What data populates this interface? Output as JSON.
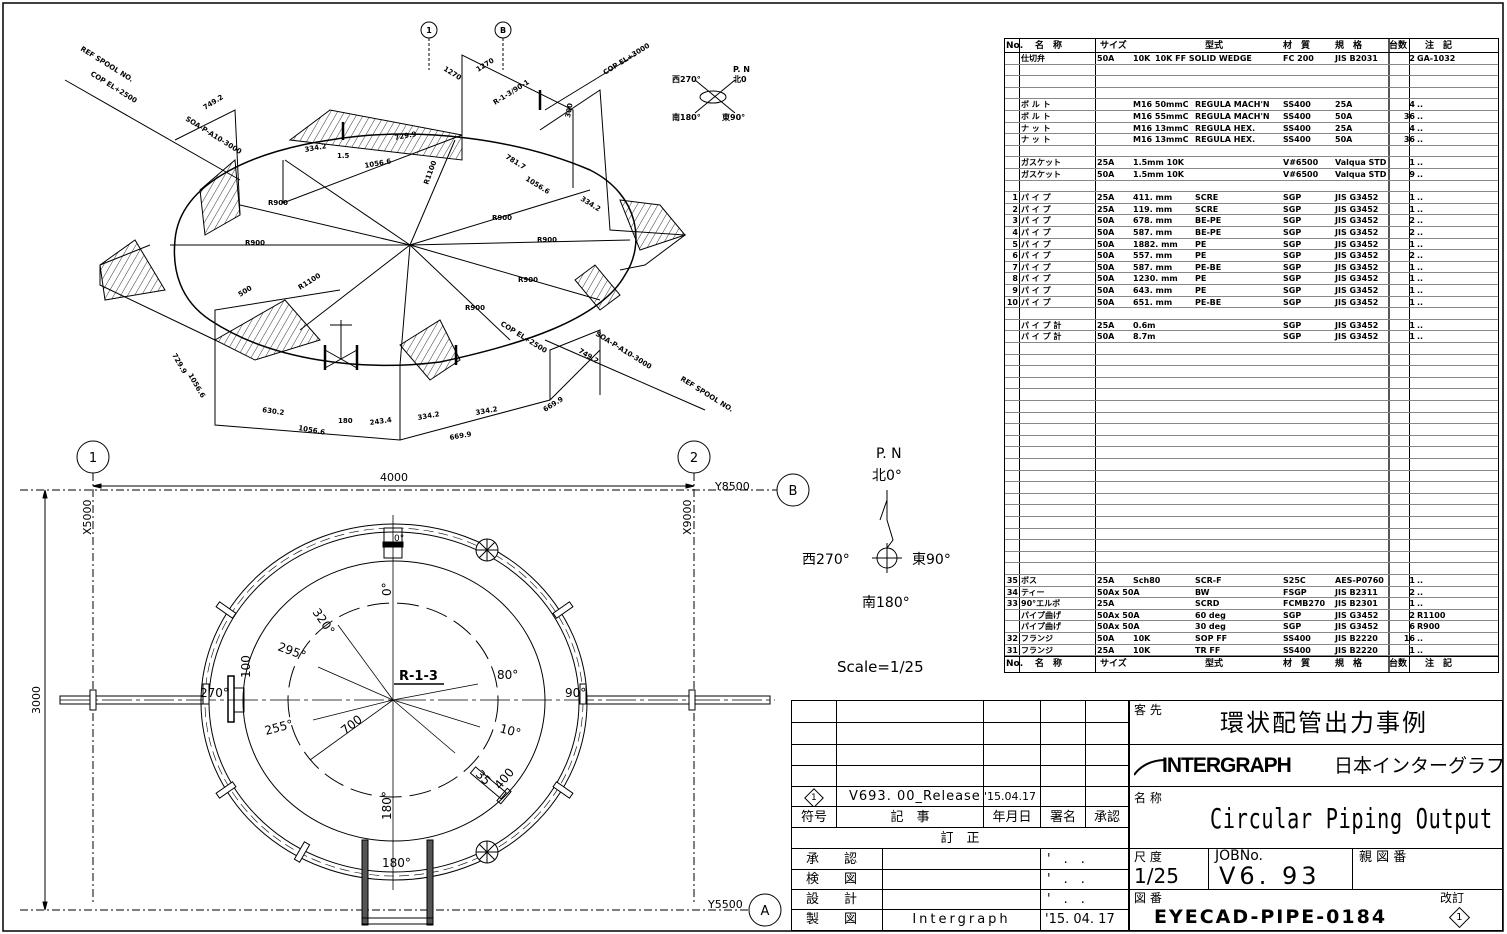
{
  "iso": {
    "grid_bubbles": [
      "1",
      "B"
    ],
    "compass": {
      "west": "西270°",
      "south": "南180°",
      "east": "東90°",
      "north": "北0",
      "pn": "P. N"
    },
    "labels": {
      "line_id_1": "SOA-P-A10-3000",
      "line_id_2": "SOA-P-A10-3000",
      "cop_1": "COP EL+2500",
      "cop_2": "COP EL+2500",
      "cop_3": "COP EL+3000",
      "ref_1": "REF SPOOL NO.",
      "ref_2": "REF SPOOL NO.",
      "instr": "R-1-3/90-1",
      "r900_a": "R900",
      "r900_b": "R900",
      "r900_c": "R900",
      "r900_d": "R900",
      "r900_e": "R900",
      "r900_f": "R900",
      "r1100_a": "R1100",
      "r1100_b": "R1100",
      "d1270_a": "1270",
      "d1270_b": "1270",
      "d1056_a": "1056.6",
      "d1056_b": "1056.6",
      "d1056_c": "1056.6",
      "d1056_d": "1056.6",
      "d729_a": "729.9",
      "d729_b": "729.9",
      "d334_a": "334.2",
      "d334_b": "334.2",
      "d334_c": "334.2",
      "d334_d": "334.2",
      "d669_a": "669.9",
      "d669_b": "669.9",
      "d749_a": "749.2",
      "d749_b": "749.2",
      "d630": "630.2",
      "d243": "243.4",
      "d781": "781.7",
      "d500": "500",
      "d300": "300",
      "d180": "180",
      "d15": "1.5"
    }
  },
  "plan": {
    "grid": {
      "g1": "1",
      "g2": "2",
      "gA": "A",
      "gB": "B"
    },
    "dims": {
      "width": "4000",
      "height": "3000",
      "x_left": "X5000",
      "x_right": "X9000",
      "y_top": "Y8500",
      "y_bottom": "Y5500"
    },
    "angles": {
      "a0": "0°",
      "a320": "320°",
      "a295": "295°",
      "a80": "80°",
      "a255": "255°",
      "a10": "10°",
      "a180": "180°",
      "a180b": "180°",
      "a270": "270°",
      "a90": "90°",
      "a0top": "0°"
    },
    "center_label": "R-1-3",
    "radius": "700",
    "d35": "35",
    "d400": "400",
    "d100": "100"
  },
  "north": {
    "pn": "P. N",
    "north": "北0°",
    "west": "西270°",
    "east": "東90°",
    "south": "南180°",
    "scale": "Scale=1/25"
  },
  "bom": {
    "headers": {
      "no": "No.",
      "name": "名　称",
      "size": "サイズ",
      "type": "型式",
      "material": "材　質",
      "standard": "規　格",
      "qty": "台数",
      "note": "注　記"
    },
    "top_rows": [
      {
        "no": "",
        "name": "仕切弁",
        "size": "50A",
        "dim": "10K",
        "type": "10K FF   SOLID WEDGE",
        "material": "FC 200",
        "standard": "JIS B2031",
        "qty": "2",
        "note": "GA-1032"
      },
      {},
      {},
      {},
      {
        "no": "",
        "name": "ボ ル ト",
        "size": "",
        "dim": "M16  50mmC",
        "type": "REGULA  MACH'N",
        "material": "SS400",
        "standard": "25A",
        "qty": "4",
        "note": ".."
      },
      {
        "no": "",
        "name": "ボ ル ト",
        "size": "",
        "dim": "M16  55mmC",
        "type": "REGULA  MACH'N",
        "material": "SS400",
        "standard": "50A",
        "qty": "36",
        "note": ".."
      },
      {
        "no": "",
        "name": "ナ ッ ト",
        "size": "",
        "dim": "M16  13mmC",
        "type": "REGULA  HEX.",
        "material": "SS400",
        "standard": "25A",
        "qty": "4",
        "note": ".."
      },
      {
        "no": "",
        "name": "ナ ッ ト",
        "size": "",
        "dim": "M16  13mmC",
        "type": "REGULA  HEX.",
        "material": "SS400",
        "standard": "50A",
        "qty": "36",
        "note": ".."
      },
      {},
      {
        "no": "",
        "name": "ガスケット",
        "size": "25A",
        "dim": "1.5mm  10K",
        "type": "",
        "material": "V#6500",
        "standard": "Valqua STD",
        "qty": "1",
        "note": ".."
      },
      {
        "no": "",
        "name": "ガスケット",
        "size": "50A",
        "dim": "1.5mm  10K",
        "type": "",
        "material": "V#6500",
        "standard": "Valqua STD",
        "qty": "9",
        "note": ".."
      },
      {},
      {
        "no": "1",
        "name": "パ イ プ",
        "size": "25A",
        "dim": "411. mm",
        "type": "SCRE",
        "material": "SGP",
        "standard": "JIS G3452",
        "qty": "1",
        "note": ".."
      },
      {
        "no": "2",
        "name": "パ イ プ",
        "size": "25A",
        "dim": "119. mm",
        "type": "SCRE",
        "material": "SGP",
        "standard": "JIS G3452",
        "qty": "1",
        "note": ".."
      },
      {
        "no": "3",
        "name": "パ イ プ",
        "size": "50A",
        "dim": "678. mm",
        "type": "BE-PE",
        "material": "SGP",
        "standard": "JIS G3452",
        "qty": "2",
        "note": ".."
      },
      {
        "no": "4",
        "name": "パ イ プ",
        "size": "50A",
        "dim": "587. mm",
        "type": "BE-PE",
        "material": "SGP",
        "standard": "JIS G3452",
        "qty": "2",
        "note": ".."
      },
      {
        "no": "5",
        "name": "パ イ プ",
        "size": "50A",
        "dim": "1882. mm",
        "type": "PE",
        "material": "SGP",
        "standard": "JIS G3452",
        "qty": "1",
        "note": ".."
      },
      {
        "no": "6",
        "name": "パ イ プ",
        "size": "50A",
        "dim": "557. mm",
        "type": "PE",
        "material": "SGP",
        "standard": "JIS G3452",
        "qty": "2",
        "note": ".."
      },
      {
        "no": "7",
        "name": "パ イ プ",
        "size": "50A",
        "dim": "587. mm",
        "type": "PE-BE",
        "material": "SGP",
        "standard": "JIS G3452",
        "qty": "1",
        "note": ".."
      },
      {
        "no": "8",
        "name": "パ イ プ",
        "size": "50A",
        "dim": "1230. mm",
        "type": "PE",
        "material": "SGP",
        "standard": "JIS G3452",
        "qty": "1",
        "note": ".."
      },
      {
        "no": "9",
        "name": "パ イ プ",
        "size": "50A",
        "dim": "643. mm",
        "type": "PE",
        "material": "SGP",
        "standard": "JIS G3452",
        "qty": "1",
        "note": ".."
      },
      {
        "no": "10",
        "name": "パ イ プ",
        "size": "50A",
        "dim": "651. mm",
        "type": "PE-BE",
        "material": "SGP",
        "standard": "JIS G3452",
        "qty": "1",
        "note": ".."
      },
      {},
      {
        "no": "",
        "name": "パ イ プ 計",
        "size": "25A",
        "dim": "0.6m",
        "type": "",
        "material": "SGP",
        "standard": "JIS G3452",
        "qty": "1",
        "note": ".."
      },
      {
        "no": "",
        "name": "パ イ プ 計",
        "size": "50A",
        "dim": "8.7m",
        "type": "",
        "material": "SGP",
        "standard": "JIS G3452",
        "qty": "1",
        "note": ".."
      }
    ],
    "bottom_rows": [
      {
        "no": "35",
        "name": "ボス",
        "size": "25A",
        "dim": "Sch80",
        "type": "SCR-F",
        "material": "S25C",
        "standard": "AES-P0760",
        "qty": "1",
        "note": ".."
      },
      {
        "no": "34",
        "name": "ティー",
        "size": "50Ax 50A",
        "dim": "",
        "type": "BW",
        "material": "FSGP",
        "standard": "JIS B2311",
        "qty": "2",
        "note": ".."
      },
      {
        "no": "33",
        "name": "90°エルボ",
        "size": "25A",
        "dim": "",
        "type": "SCRD",
        "material": "FCMB270",
        "standard": "JIS B2301",
        "qty": "1",
        "note": ".."
      },
      {
        "no": "",
        "name": "パイプ曲げ",
        "size": "50Ax 50A",
        "dim": "",
        "type": "60 deg",
        "material": "SGP",
        "standard": "JIS G3452",
        "qty": "2",
        "note": "R1100"
      },
      {
        "no": "",
        "name": "パイプ曲げ",
        "size": "50Ax 50A",
        "dim": "",
        "type": "30 deg",
        "material": "SGP",
        "standard": "JIS G3452",
        "qty": "6",
        "note": "R900"
      },
      {
        "no": "32",
        "name": "フランジ",
        "size": "50A",
        "dim": "10K",
        "type": "SOP FF",
        "material": "SS400",
        "standard": "JIS B2220",
        "qty": "16",
        "note": ".."
      },
      {
        "no": "31",
        "name": "フランジ",
        "size": "25A",
        "dim": "10K",
        "type": "TR FF",
        "material": "SS400",
        "standard": "JIS B2220",
        "qty": "1",
        "note": ".."
      }
    ]
  },
  "title_block": {
    "rev_symbol": "1",
    "rev_text": "V693. 00_Release",
    "rev_date": "'15.04.17",
    "col_symbol": "符号",
    "col_desc": "記　事",
    "col_date": "年月日",
    "col_sign": "署名",
    "col_approve": "承認",
    "revision": "訂　正",
    "approve": "承　認",
    "check": "検　図",
    "design": "設　計",
    "draft": "製　図",
    "empty_date": "'　.　.",
    "drafter": "Intergraph",
    "draft_date": "'15. 04. 17",
    "client_label": "客 先",
    "client": "環状配管出力事例",
    "logo_text": "INTERGRAPH",
    "company_jp": "日本インターグラフ",
    "name_label": "名 称",
    "drawing_name": "Circular Piping Output",
    "scale_label": "尺 度",
    "scale": "1/25",
    "job_label": "JOBNo.",
    "job_no": "V6. 93",
    "parent_label": "親 図 番",
    "dwg_label": "図 番",
    "dwg_no": "EYECAD-PIPE-0184",
    "rev_label": "改訂",
    "rev_no": "1"
  }
}
